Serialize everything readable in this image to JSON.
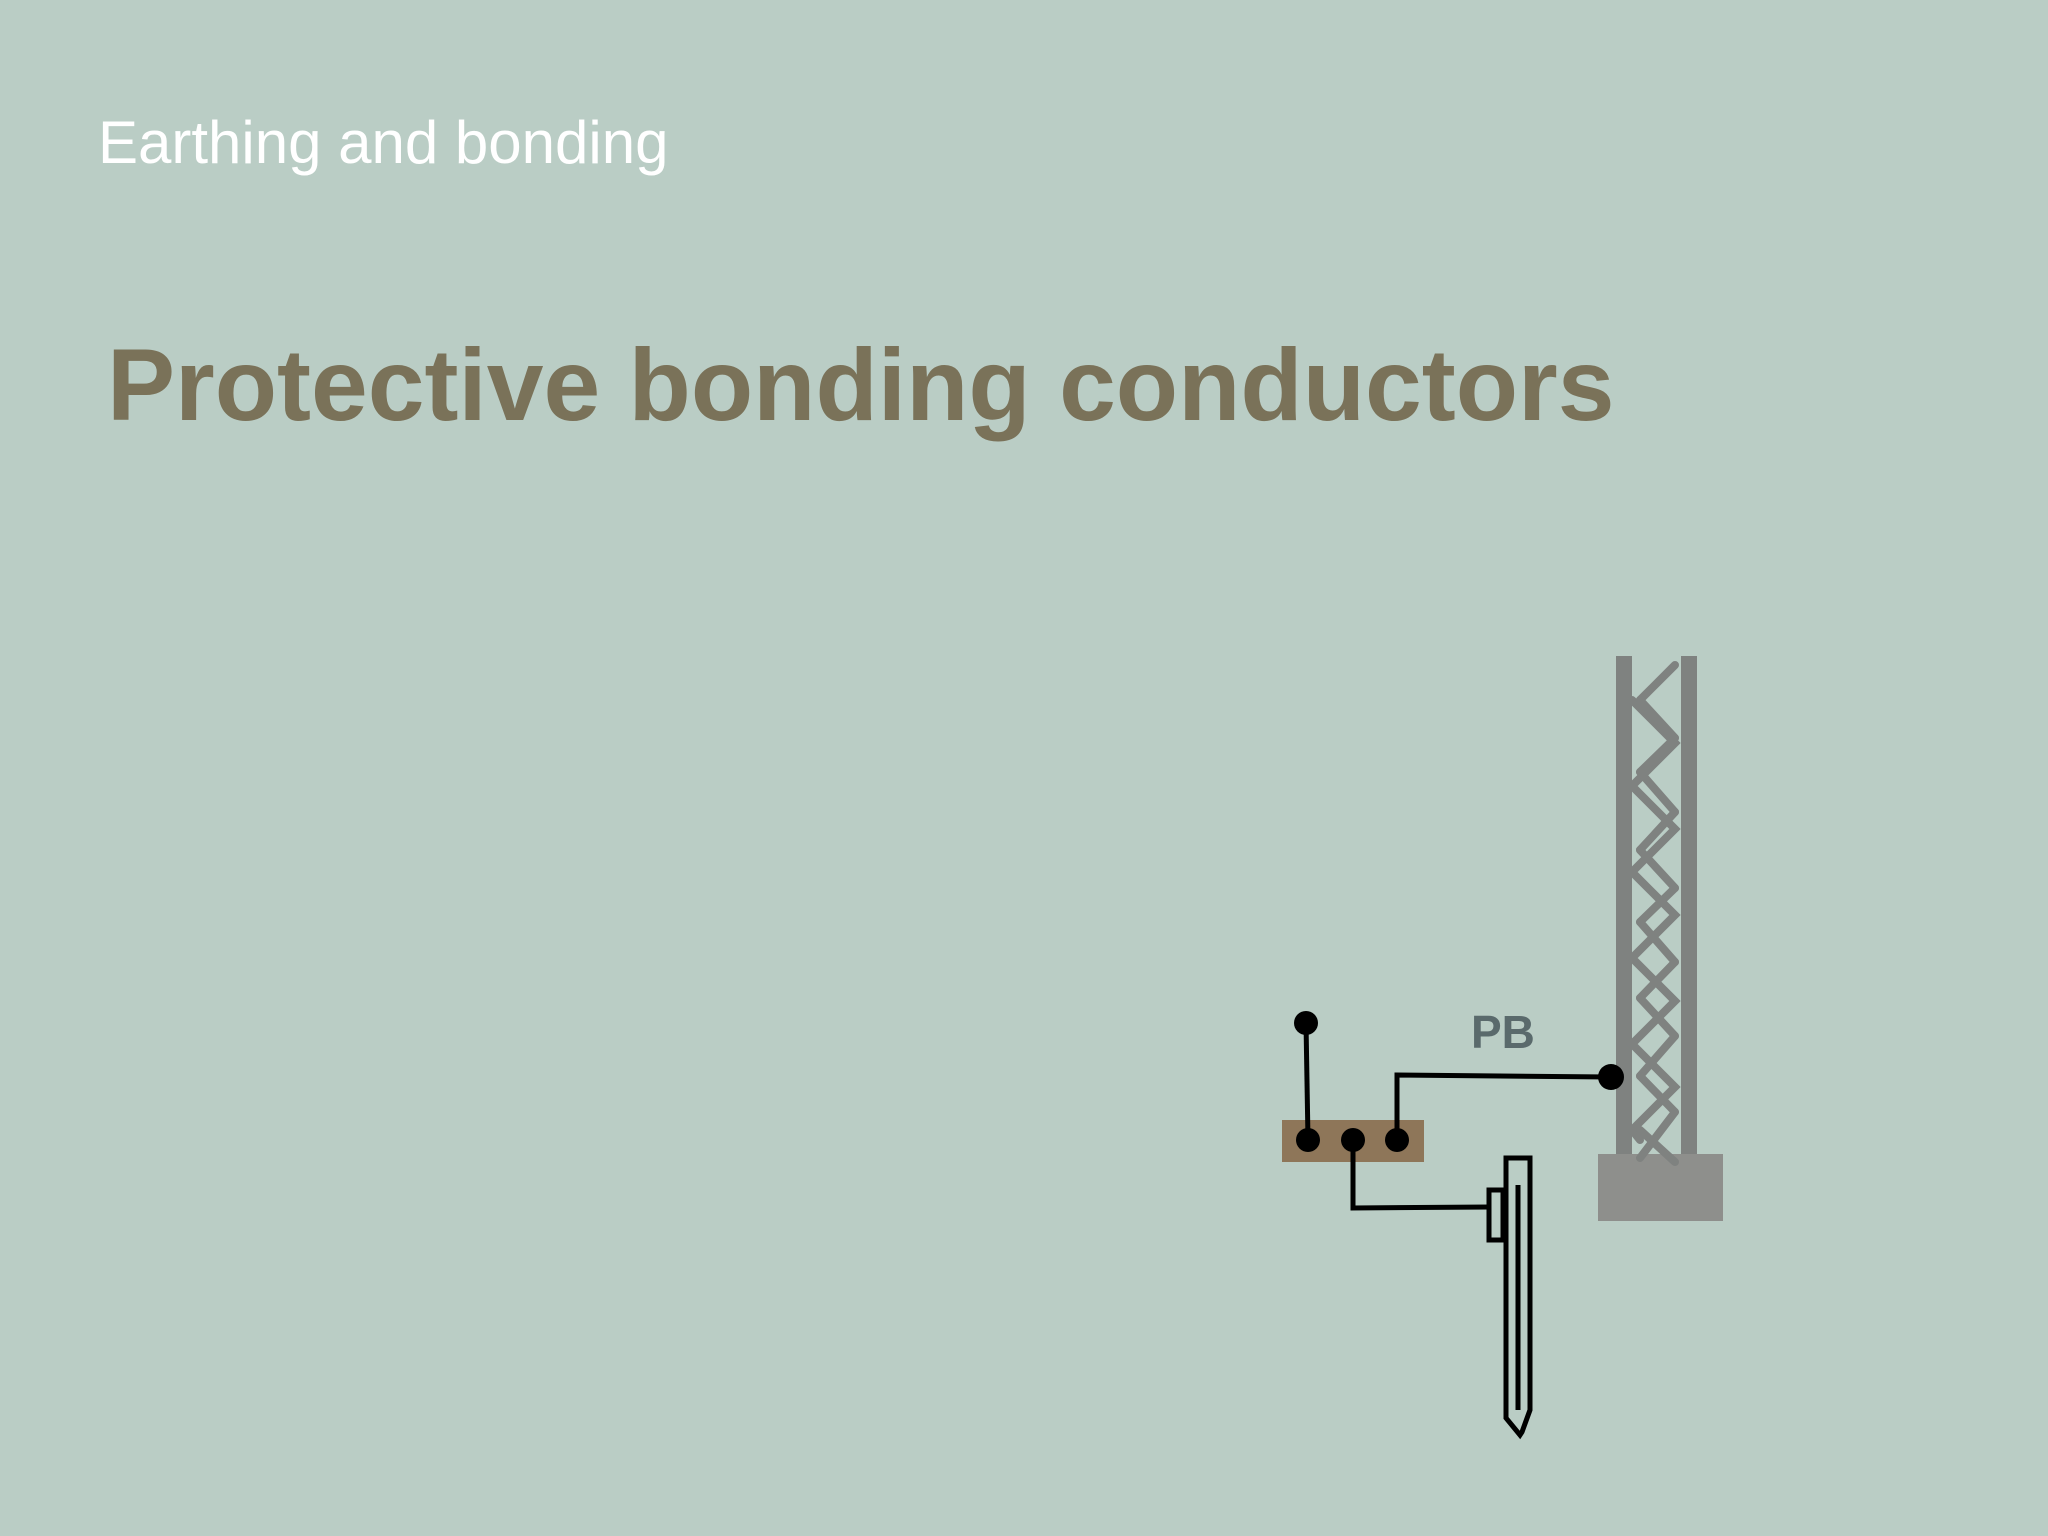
{
  "slide": {
    "section_title": "Earthing and bonding",
    "title": "Protective bonding conductors"
  },
  "diagram": {
    "bond_label": "PB",
    "colors": {
      "background": "#bacdc5",
      "section_title": "#ffffff",
      "title": "#7a7259",
      "earth_bar": "#8e7659",
      "tower": "#7f8280",
      "tower_base": "#8e8f8c",
      "conductor": "#000000",
      "label": "#5a6a6c"
    },
    "icons": [
      "lattice-tower",
      "earth-rod",
      "main-earthing-terminal"
    ]
  }
}
